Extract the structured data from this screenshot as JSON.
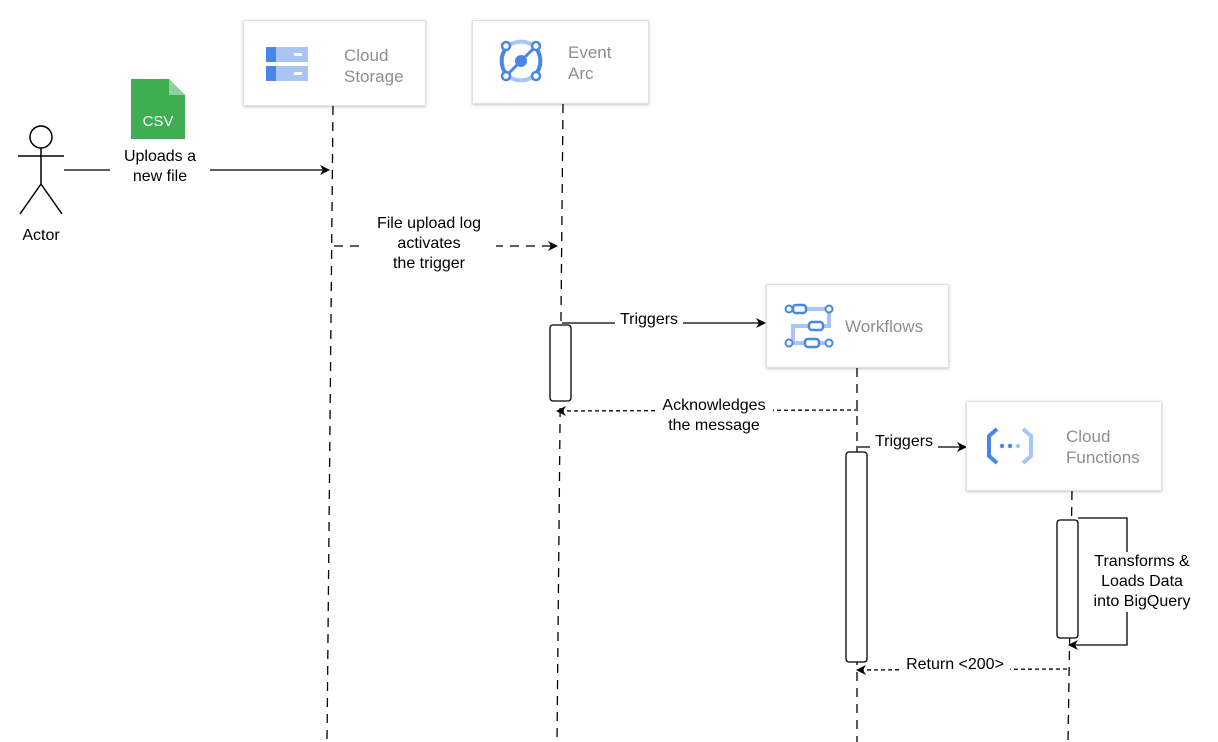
{
  "actor": {
    "label": "Actor"
  },
  "file_icon": {
    "label": "CSV",
    "color": "#3fae52"
  },
  "participants": {
    "storage": {
      "line1": "Cloud",
      "line2": "Storage",
      "icon": "cloud-storage-icon"
    },
    "eventarc": {
      "line1": "Event",
      "line2": "Arc",
      "icon": "eventarc-icon"
    },
    "workflows": {
      "line1": "Workflows",
      "icon": "workflows-icon"
    },
    "functions": {
      "line1": "Cloud",
      "line2": "Functions",
      "icon": "cloud-functions-icon"
    }
  },
  "messages": {
    "upload": {
      "line1": "Uploads a",
      "line2": "new file"
    },
    "log": {
      "line1": "File upload log",
      "line2": "activates",
      "line3": "the trigger"
    },
    "trigger_workflows": {
      "line1": "Triggers"
    },
    "ack": {
      "line1": "Acknowledges",
      "line2": "the message"
    },
    "trigger_functions": {
      "line1": "Triggers"
    },
    "transform": {
      "line1": "Transforms &",
      "line2": "Loads Data",
      "line3": "into BigQuery"
    },
    "return": {
      "line1": "Return <200>"
    }
  },
  "colors": {
    "gcp_blue": "#4a86e8",
    "gcp_light_blue": "#a8c5f5",
    "label_gray": "#8e8e8e"
  }
}
